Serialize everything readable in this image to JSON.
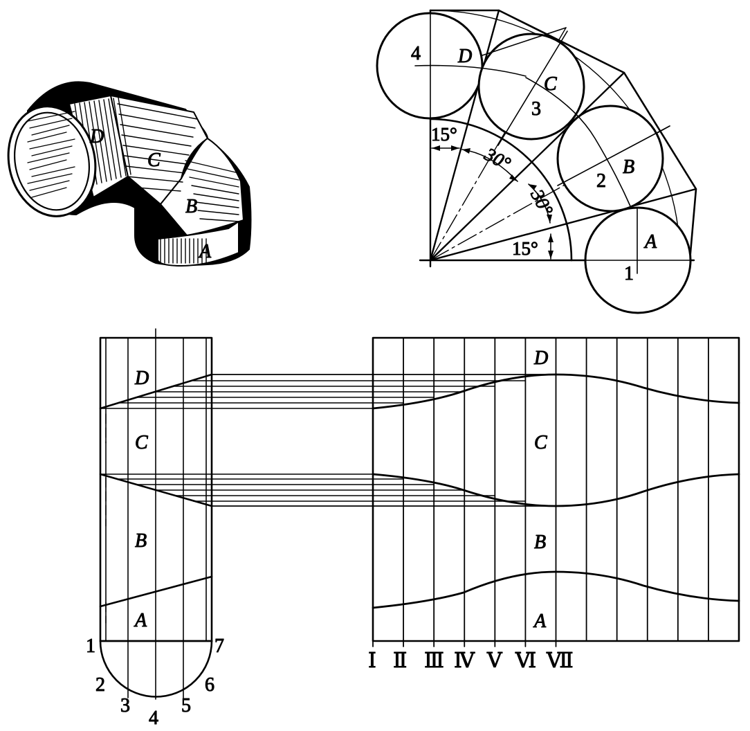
{
  "colors": {
    "ink": "#000000",
    "paper": "#ffffff"
  },
  "isometric_view": {
    "segment_labels": [
      "A",
      "B",
      "C",
      "D"
    ]
  },
  "plan_view": {
    "segment_labels": [
      "A",
      "B",
      "C",
      "D"
    ],
    "section_numbers": [
      "1",
      "2",
      "3",
      "4"
    ],
    "angles": [
      "15°",
      "30°",
      "30°",
      "15°"
    ]
  },
  "elevation_view": {
    "segment_labels": [
      "A",
      "B",
      "C",
      "D"
    ],
    "division_numbers": [
      "1",
      "2",
      "3",
      "4",
      "5",
      "6",
      "7"
    ]
  },
  "development": {
    "segment_labels": [
      "A",
      "B",
      "C",
      "D"
    ],
    "column_labels": [
      "Ⅰ",
      "Ⅱ",
      "Ⅲ",
      "Ⅳ",
      "Ⅴ",
      "Ⅵ",
      "Ⅶ"
    ]
  }
}
